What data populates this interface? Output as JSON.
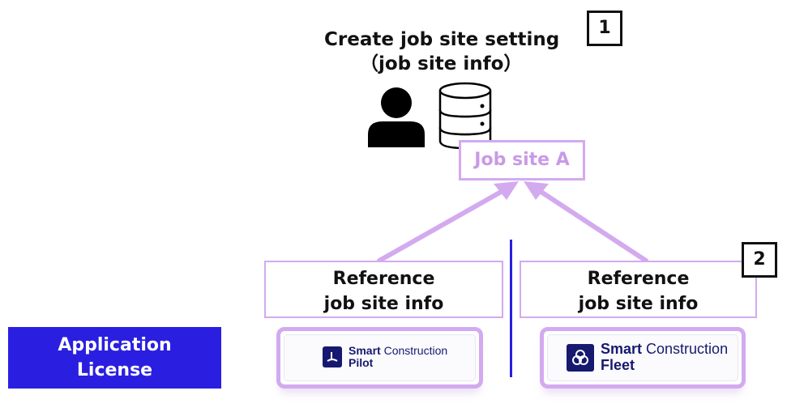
{
  "setting": {
    "title_line1": "Create job site setting",
    "title_line2": "（job site info）",
    "step1": "1"
  },
  "jobsite": {
    "label": "Job site A"
  },
  "references": {
    "left": {
      "line1": "Reference",
      "line2": "job site info"
    },
    "right": {
      "line1": "Reference",
      "line2": "job site info",
      "step2": "2"
    }
  },
  "license": {
    "line1": "Application",
    "line2": "License"
  },
  "apps": {
    "pilot": {
      "brand": "Smart",
      "product": " Construction",
      "sub": "Pilot"
    },
    "fleet": {
      "brand": "Smart",
      "product": " Construction",
      "sub": "Fleet"
    }
  },
  "colors": {
    "accent_lavender": "#d3aaf0",
    "license_blue": "#2a1fe0",
    "logo_navy": "#16196f"
  },
  "icons": [
    "person-icon",
    "database-icon"
  ]
}
